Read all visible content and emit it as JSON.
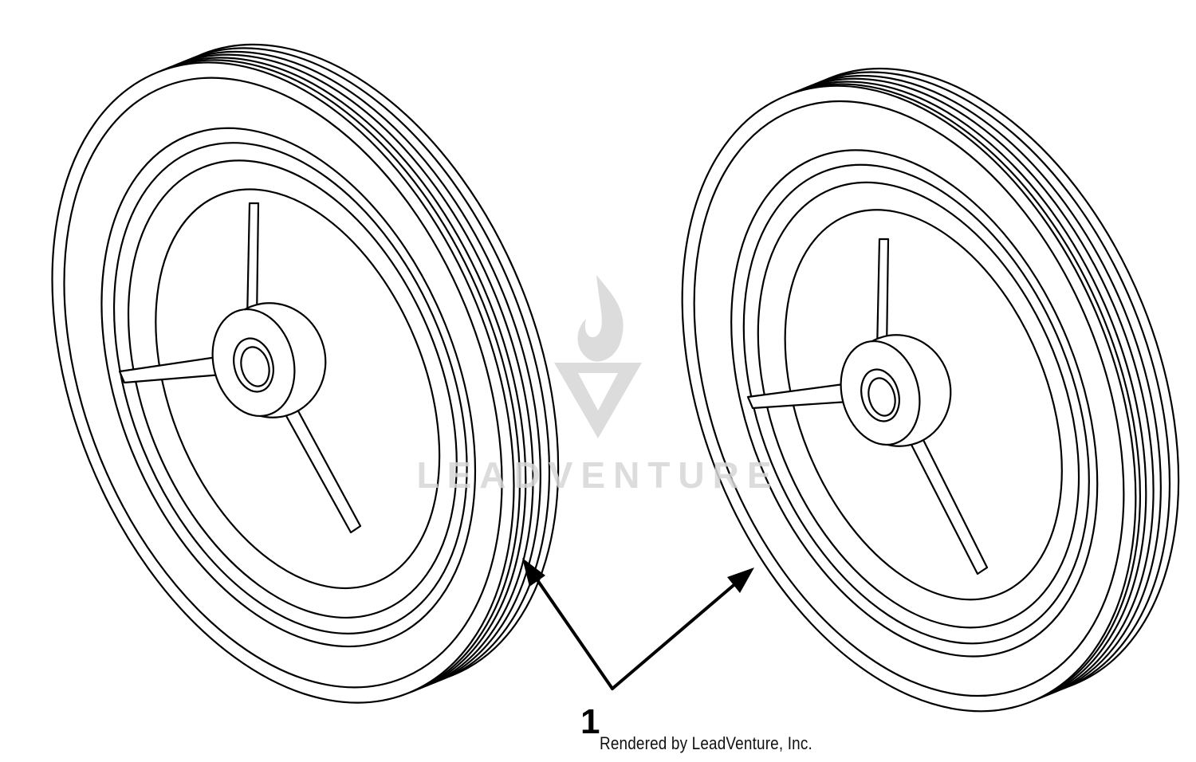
{
  "diagram": {
    "callouts": [
      {
        "label": "1"
      }
    ],
    "credit": "Rendered by LeadVenture, Inc.",
    "watermark": {
      "text": "LEADVENTURE",
      "color": "#d9d9d9"
    },
    "colors": {
      "line": "#000000",
      "background": "#ffffff"
    }
  }
}
